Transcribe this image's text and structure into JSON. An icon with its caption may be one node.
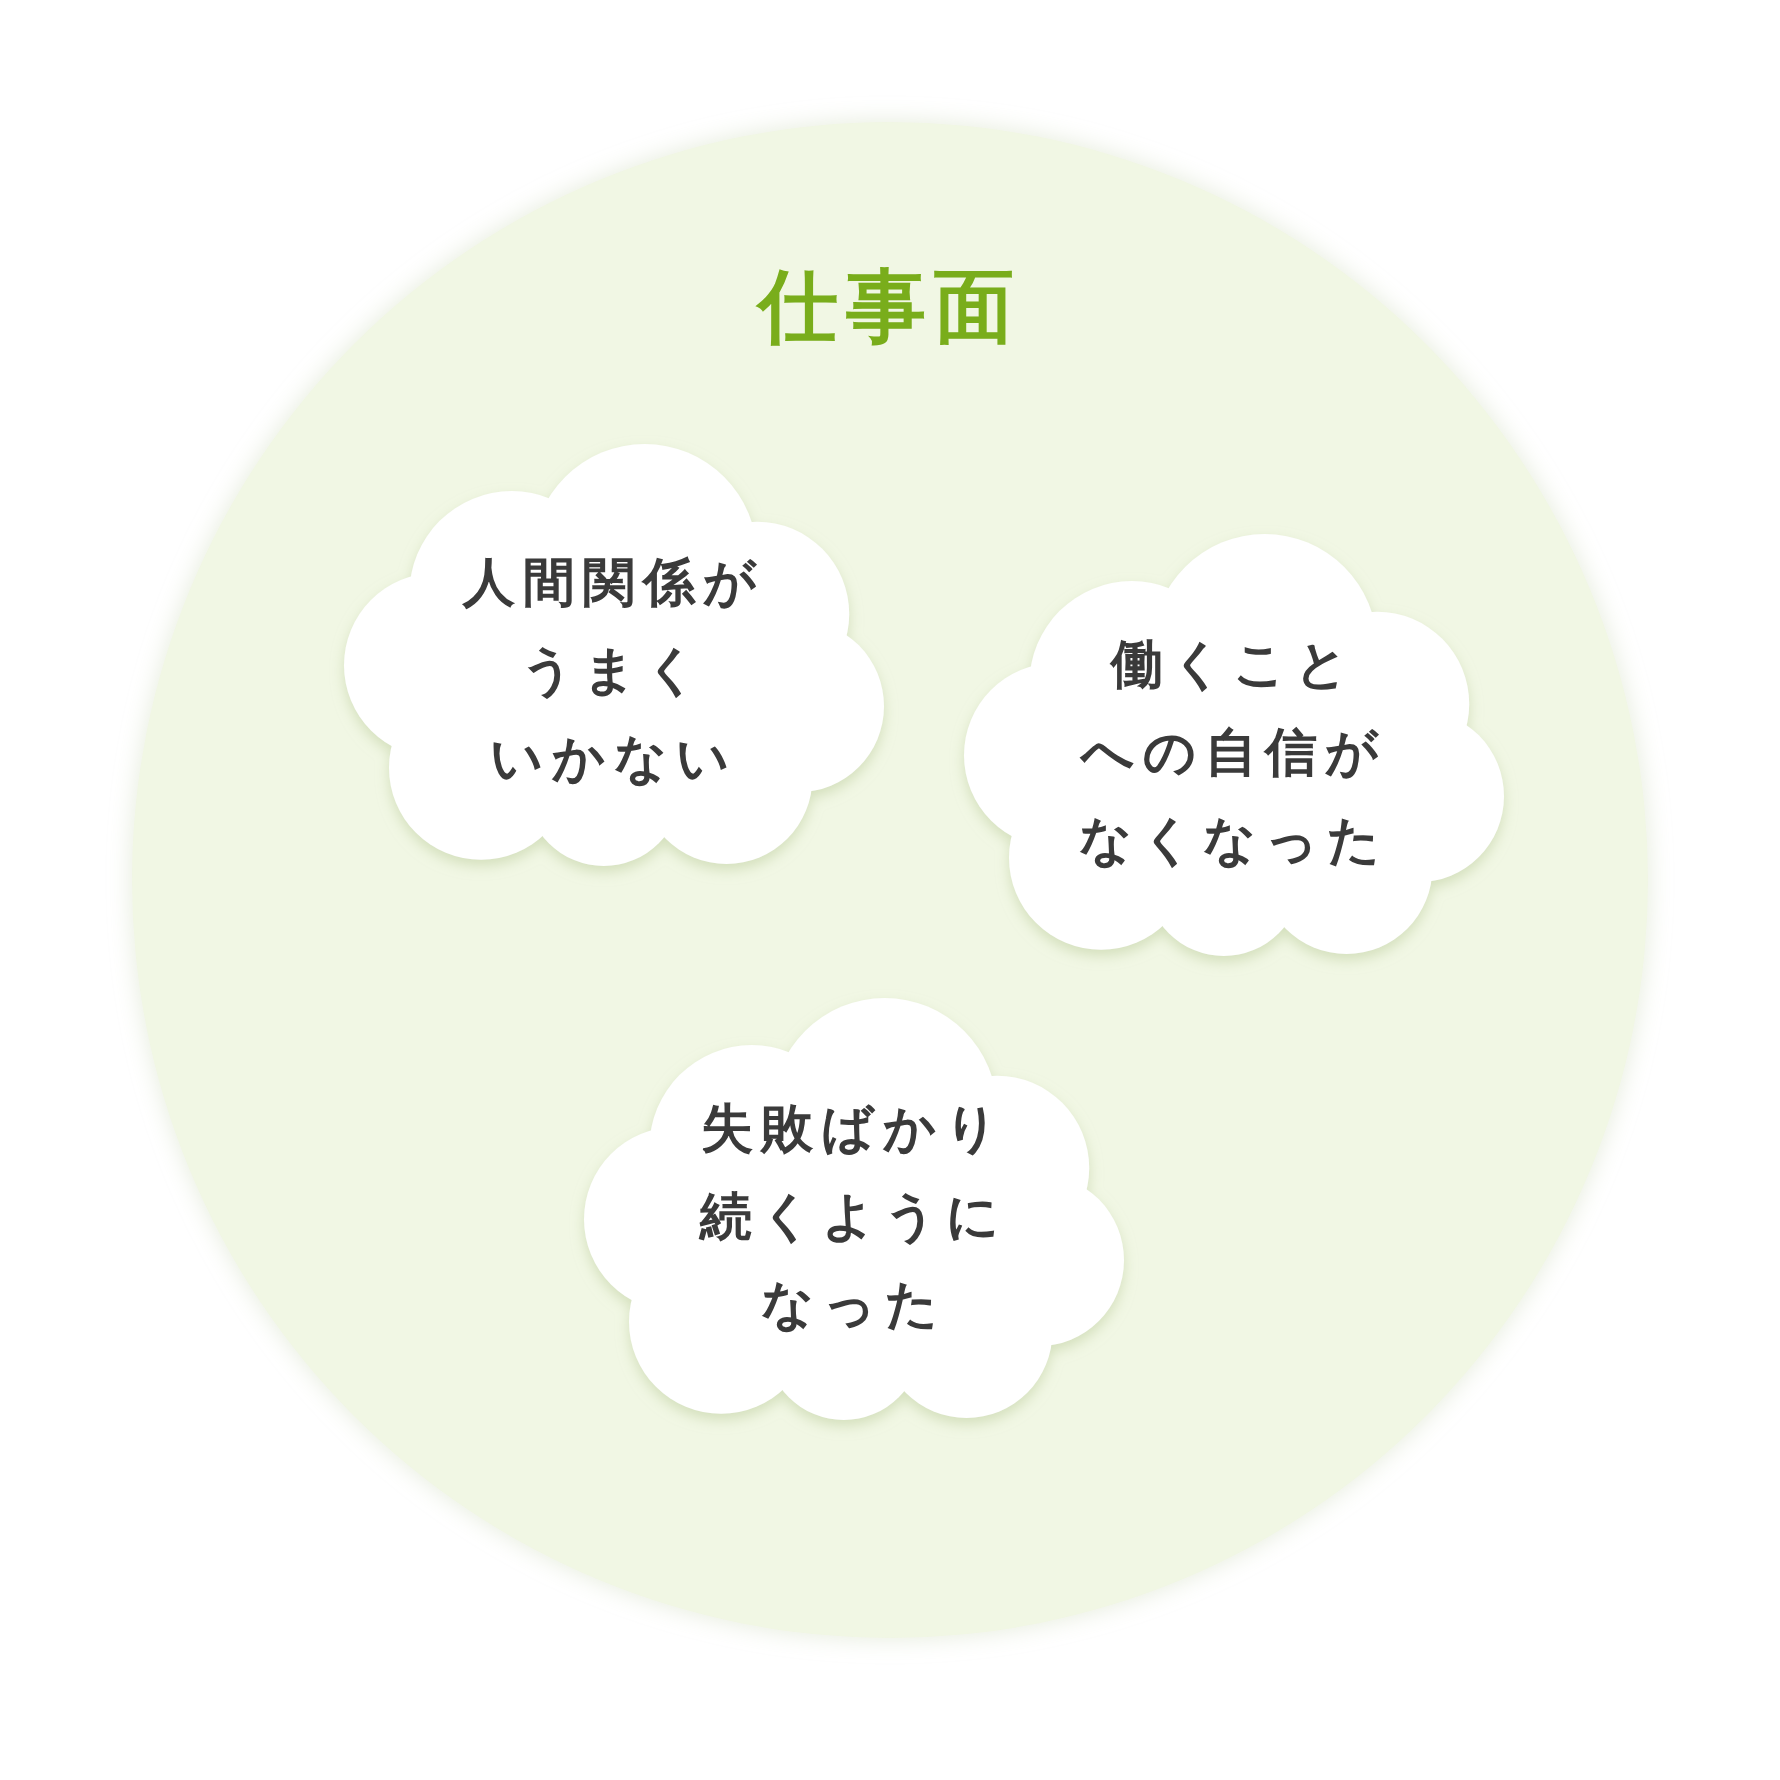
{
  "diagram": {
    "nodes": [
      {
        "text": [
          "仕事面"
        ]
      },
      {
        "text": [
          "人間関係がうまくいかない"
        ],
        "in": 0
      },
      {
        "text": [
          "働くことへの自信がなくなった"
        ],
        "in": 0
      },
      {
        "text": [
          "失敗ばかり続くようになった"
        ],
        "in": 0
      }
    ]
  }
}
